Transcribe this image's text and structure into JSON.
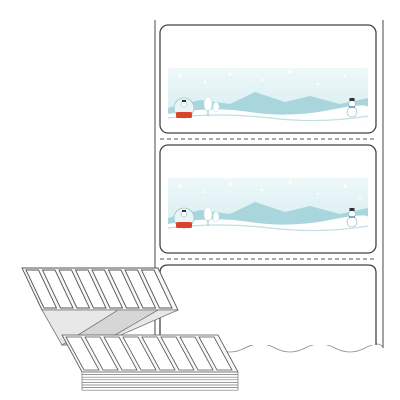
{
  "product": {
    "kind": "fanfold-label-roll",
    "label_count_visible": 3,
    "stack_columns": 8,
    "stack_layers": 8
  },
  "colors": {
    "liner": "#ffffff",
    "outline": "#555555",
    "sky": "#dceff2",
    "mountain": "#a9d6dc",
    "mountain_dark": "#8cc3cc",
    "snow": "#ffffff",
    "accent_red": "#d9442b",
    "scarf": "#3b7fb3"
  },
  "icons": [
    "snowman-icon",
    "snow-globe-icon",
    "tree-icon",
    "perforation-line"
  ]
}
